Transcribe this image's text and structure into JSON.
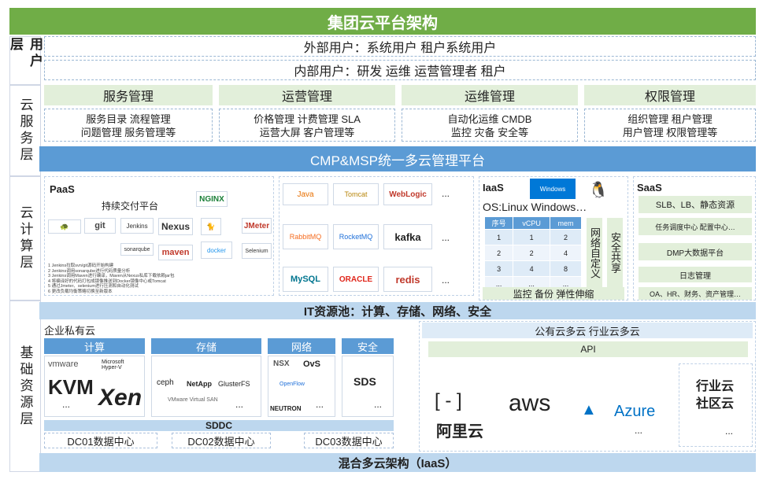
{
  "title": "集团云平台架构",
  "layers": {
    "user": "用户层",
    "cloud_service": "云服务层",
    "cloud_compute": "云计算层",
    "infrastructure": "基础资源层"
  },
  "user_layer": {
    "external": "外部用户：系统用户 租户系统用户",
    "internal": "内部用户：研发 运维 运营管理者 租户"
  },
  "service_layer": {
    "columns": [
      {
        "title": "服务管理",
        "line1": "服务目录 流程管理",
        "line2": "问题管理 服务管理等"
      },
      {
        "title": "运营管理",
        "line1": "价格管理 计费管理 SLA",
        "line2": "运营大屏 客户管理等"
      },
      {
        "title": "运维管理",
        "line1": "自动化运维 CMDB",
        "line2": "监控 灾备 安全等"
      },
      {
        "title": "权限管理",
        "line1": "组织管理 租户管理",
        "line2": "用户管理 权限管理等"
      }
    ],
    "cmp": "CMP&MSP统一多云管理平台"
  },
  "paas": {
    "title": "PaaS",
    "subtitle": "持续交付平台",
    "tools": [
      "git",
      "Jenkins",
      "Nexus",
      "maven",
      "docker",
      "JMeter",
      "Selenium",
      "NGINX",
      "Tomcat"
    ],
    "notes": [
      "1 Jenkins拉取svn/git源码开始构建",
      "2 Jenkins调用sonarqube进行代码质量分析",
      "3 Jenkins调用Maven进行编译，Maven从Nexus私库下载依赖jar包",
      "4 将编译好的代码打包成镜像推送到Docker镜像中心或Tomcat",
      "5 通过Jmeter、selenium进行压测和自动化测试",
      "6 更改负载均衡策略切换至新版本"
    ],
    "middleware_rows": [
      [
        "Java",
        "Tomcat",
        "WebLogic",
        "..."
      ],
      [
        "RabbitMQ",
        "RocketMQ",
        "kafka",
        "..."
      ],
      [
        "MySQL",
        "ORACLE",
        "redis",
        "..."
      ]
    ]
  },
  "iaas": {
    "title": "IaaS",
    "windows": "Windows",
    "os": "OS:Linux Windows…",
    "table_headers": [
      "序号",
      "vCPU",
      "mem"
    ],
    "table_rows": [
      [
        "1",
        "1",
        "2"
      ],
      [
        "2",
        "2",
        "4"
      ],
      [
        "3",
        "4",
        "8"
      ],
      [
        "...",
        "...",
        "..."
      ]
    ],
    "network": "网络自定义",
    "security": "安全共享",
    "footer": "监控 备份 弹性伸缩"
  },
  "saas": {
    "title": "SaaS",
    "items": [
      "SLB、LB、静态资源",
      "任务调度中心 配置中心…",
      "DMP大数据平台",
      "日志管理",
      "OA、HR、财务、资产管理…"
    ]
  },
  "it_pool": "IT资源池：计算、存储、网络、安全",
  "private_cloud": {
    "title": "企业私有云",
    "columns": [
      {
        "title": "计算",
        "items": [
          "vmware",
          "Microsoft Hyper-V",
          "KVM",
          "Xen",
          "..."
        ]
      },
      {
        "title": "存储",
        "items": [
          "ceph",
          "NetApp",
          "GlusterFS",
          "VMware Virtual SAN",
          "..."
        ]
      },
      {
        "title": "网络",
        "items": [
          "NSX",
          "OvS",
          "OpenFlow",
          "NEUTRON",
          "..."
        ]
      },
      {
        "title": "安全",
        "items": [
          "SDS",
          "..."
        ]
      }
    ],
    "sddc": "SDDC",
    "datacenters": [
      "DC01数据中心",
      "DC02数据中心",
      "DC03数据中心"
    ]
  },
  "public_cloud": {
    "title": "公有云多云 行业云多云",
    "api": "API",
    "providers": [
      "阿里云",
      "aws",
      "Azure"
    ],
    "ellipsis": "...",
    "industry": "行业云 社区云",
    "industry_ellipsis": "..."
  },
  "footer": "混合多云架构（IaaS）",
  "colors": {
    "green": "#70ad47",
    "green_light": "#e2efda",
    "blue": "#5b9bd5",
    "blue_light": "#deebf7",
    "blue_mid": "#bdd7ee"
  }
}
